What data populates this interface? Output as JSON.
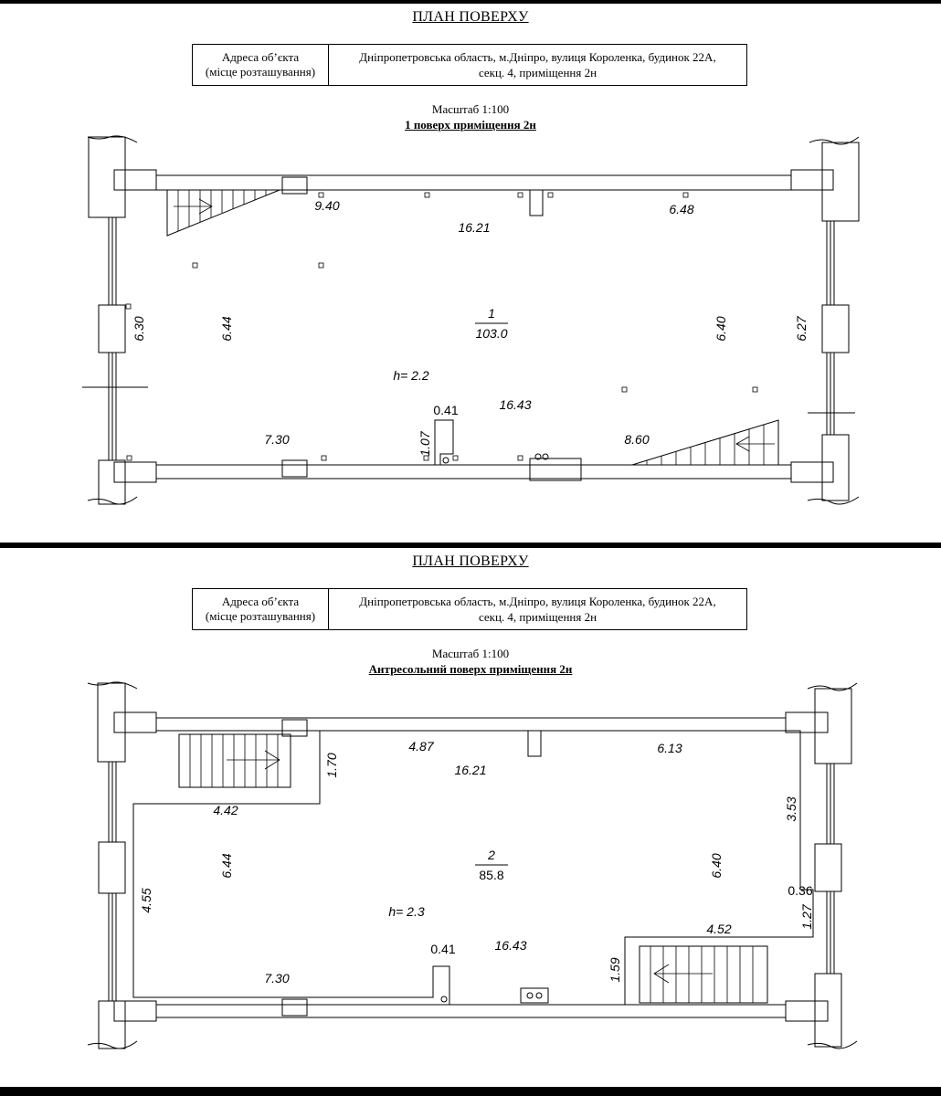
{
  "sheet1": {
    "title": "ПЛАН ПОВЕРХУ",
    "address_label_1": "Адреса об’єкта",
    "address_label_2": "(місце розташування)",
    "address_line_1": "Дніпропетровська область, м.Дніпро, вулиця Короленка, будинок 22А,",
    "address_line_2": "секц. 4, приміщення 2н",
    "scale": "Масштаб 1:100",
    "floor_name": "1 поверх приміщення 2н",
    "room_number": "1",
    "room_area": "103.0",
    "height": "h= 2.2",
    "dims": {
      "top_left": "9.40",
      "top_total": "16.21",
      "top_right": "6.48",
      "left_outer": "6.30",
      "left_inner": "6.44",
      "right_inner": "6.40",
      "right_outer": "6.27",
      "bottom_left": "7.30",
      "bottom_total": "16.43",
      "bottom_right": "8.60",
      "niche_w": "0.41",
      "niche_h": "1.07"
    }
  },
  "sheet2": {
    "title": "ПЛАН ПОВЕРХУ",
    "address_label_1": "Адреса об’єкта",
    "address_label_2": "(місце розташування)",
    "address_line_1": "Дніпропетровська область, м.Дніпро, вулиця Короленка, будинок 22А,",
    "address_line_2": "секц. 4, приміщення 2н",
    "scale": "Масштаб 1:100",
    "floor_name": "Антресольний поверх приміщення 2н",
    "room_number": "2",
    "room_area": "85.8",
    "height": "h= 2.3",
    "dims": {
      "top_left": "4.87",
      "top_total": "16.21",
      "top_right": "6.13",
      "stair_h": "1.70",
      "stair_w": "4.42",
      "left_outer": "4.55",
      "left_inner": "6.44",
      "right_inner": "6.40",
      "right_upper": "3.53",
      "right_step": "0.36",
      "right_lower": "1.27",
      "bottom_left": "7.30",
      "bottom_total": "16.43",
      "niche_w": "0.41",
      "stair2_w": "4.52",
      "stair2_h": "1.59"
    }
  }
}
